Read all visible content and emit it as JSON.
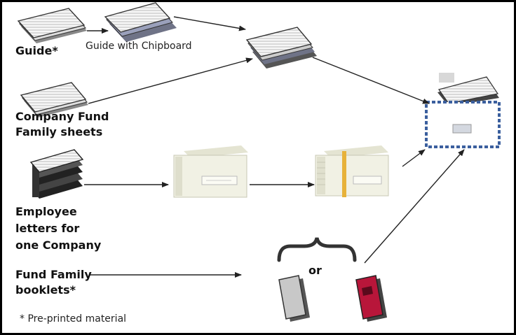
{
  "labels": {
    "guide": "Guide*",
    "guide_chipboard": "Guide with Chipboard",
    "company_fund_line1": "Company Fund",
    "company_fund_line2": "Family sheets",
    "employee_line1": "Employee",
    "employee_line2": "letters for",
    "employee_line3": "one Company",
    "fund_family_line1": "Fund Family",
    "fund_family_line2": "booklets*",
    "or": "or",
    "footnote": "* Pre-printed material"
  },
  "colors": {
    "line": "#222222",
    "paper": "#f2f2f2",
    "chipboard": "#6f7387",
    "envelope_border": "#3b5f9e",
    "envelope_fill": "#ffffff",
    "envelope_flap": "#f5f0c8",
    "window_envelope": "#f1f1e4",
    "rubber_band": "#e7b23a",
    "booklet_gray": "#c8c8c8",
    "booklet_red": "#b8163a"
  },
  "icons": {
    "guide": "stacked-paper-icon",
    "guide_chipboard": "paper-on-chipboard-icon",
    "combined": "combined-stack-icon",
    "fund_sheets": "stacked-paper-icon",
    "letters": "letter-stack-icon",
    "window_envelope": "window-envelope-icon",
    "banded_envelopes": "banded-envelopes-icon",
    "mailing_envelope": "mailing-envelope-icon",
    "gray_booklet": "booklet-icon",
    "red_booklet": "booklet-icon",
    "brace": "curly-brace-icon"
  }
}
